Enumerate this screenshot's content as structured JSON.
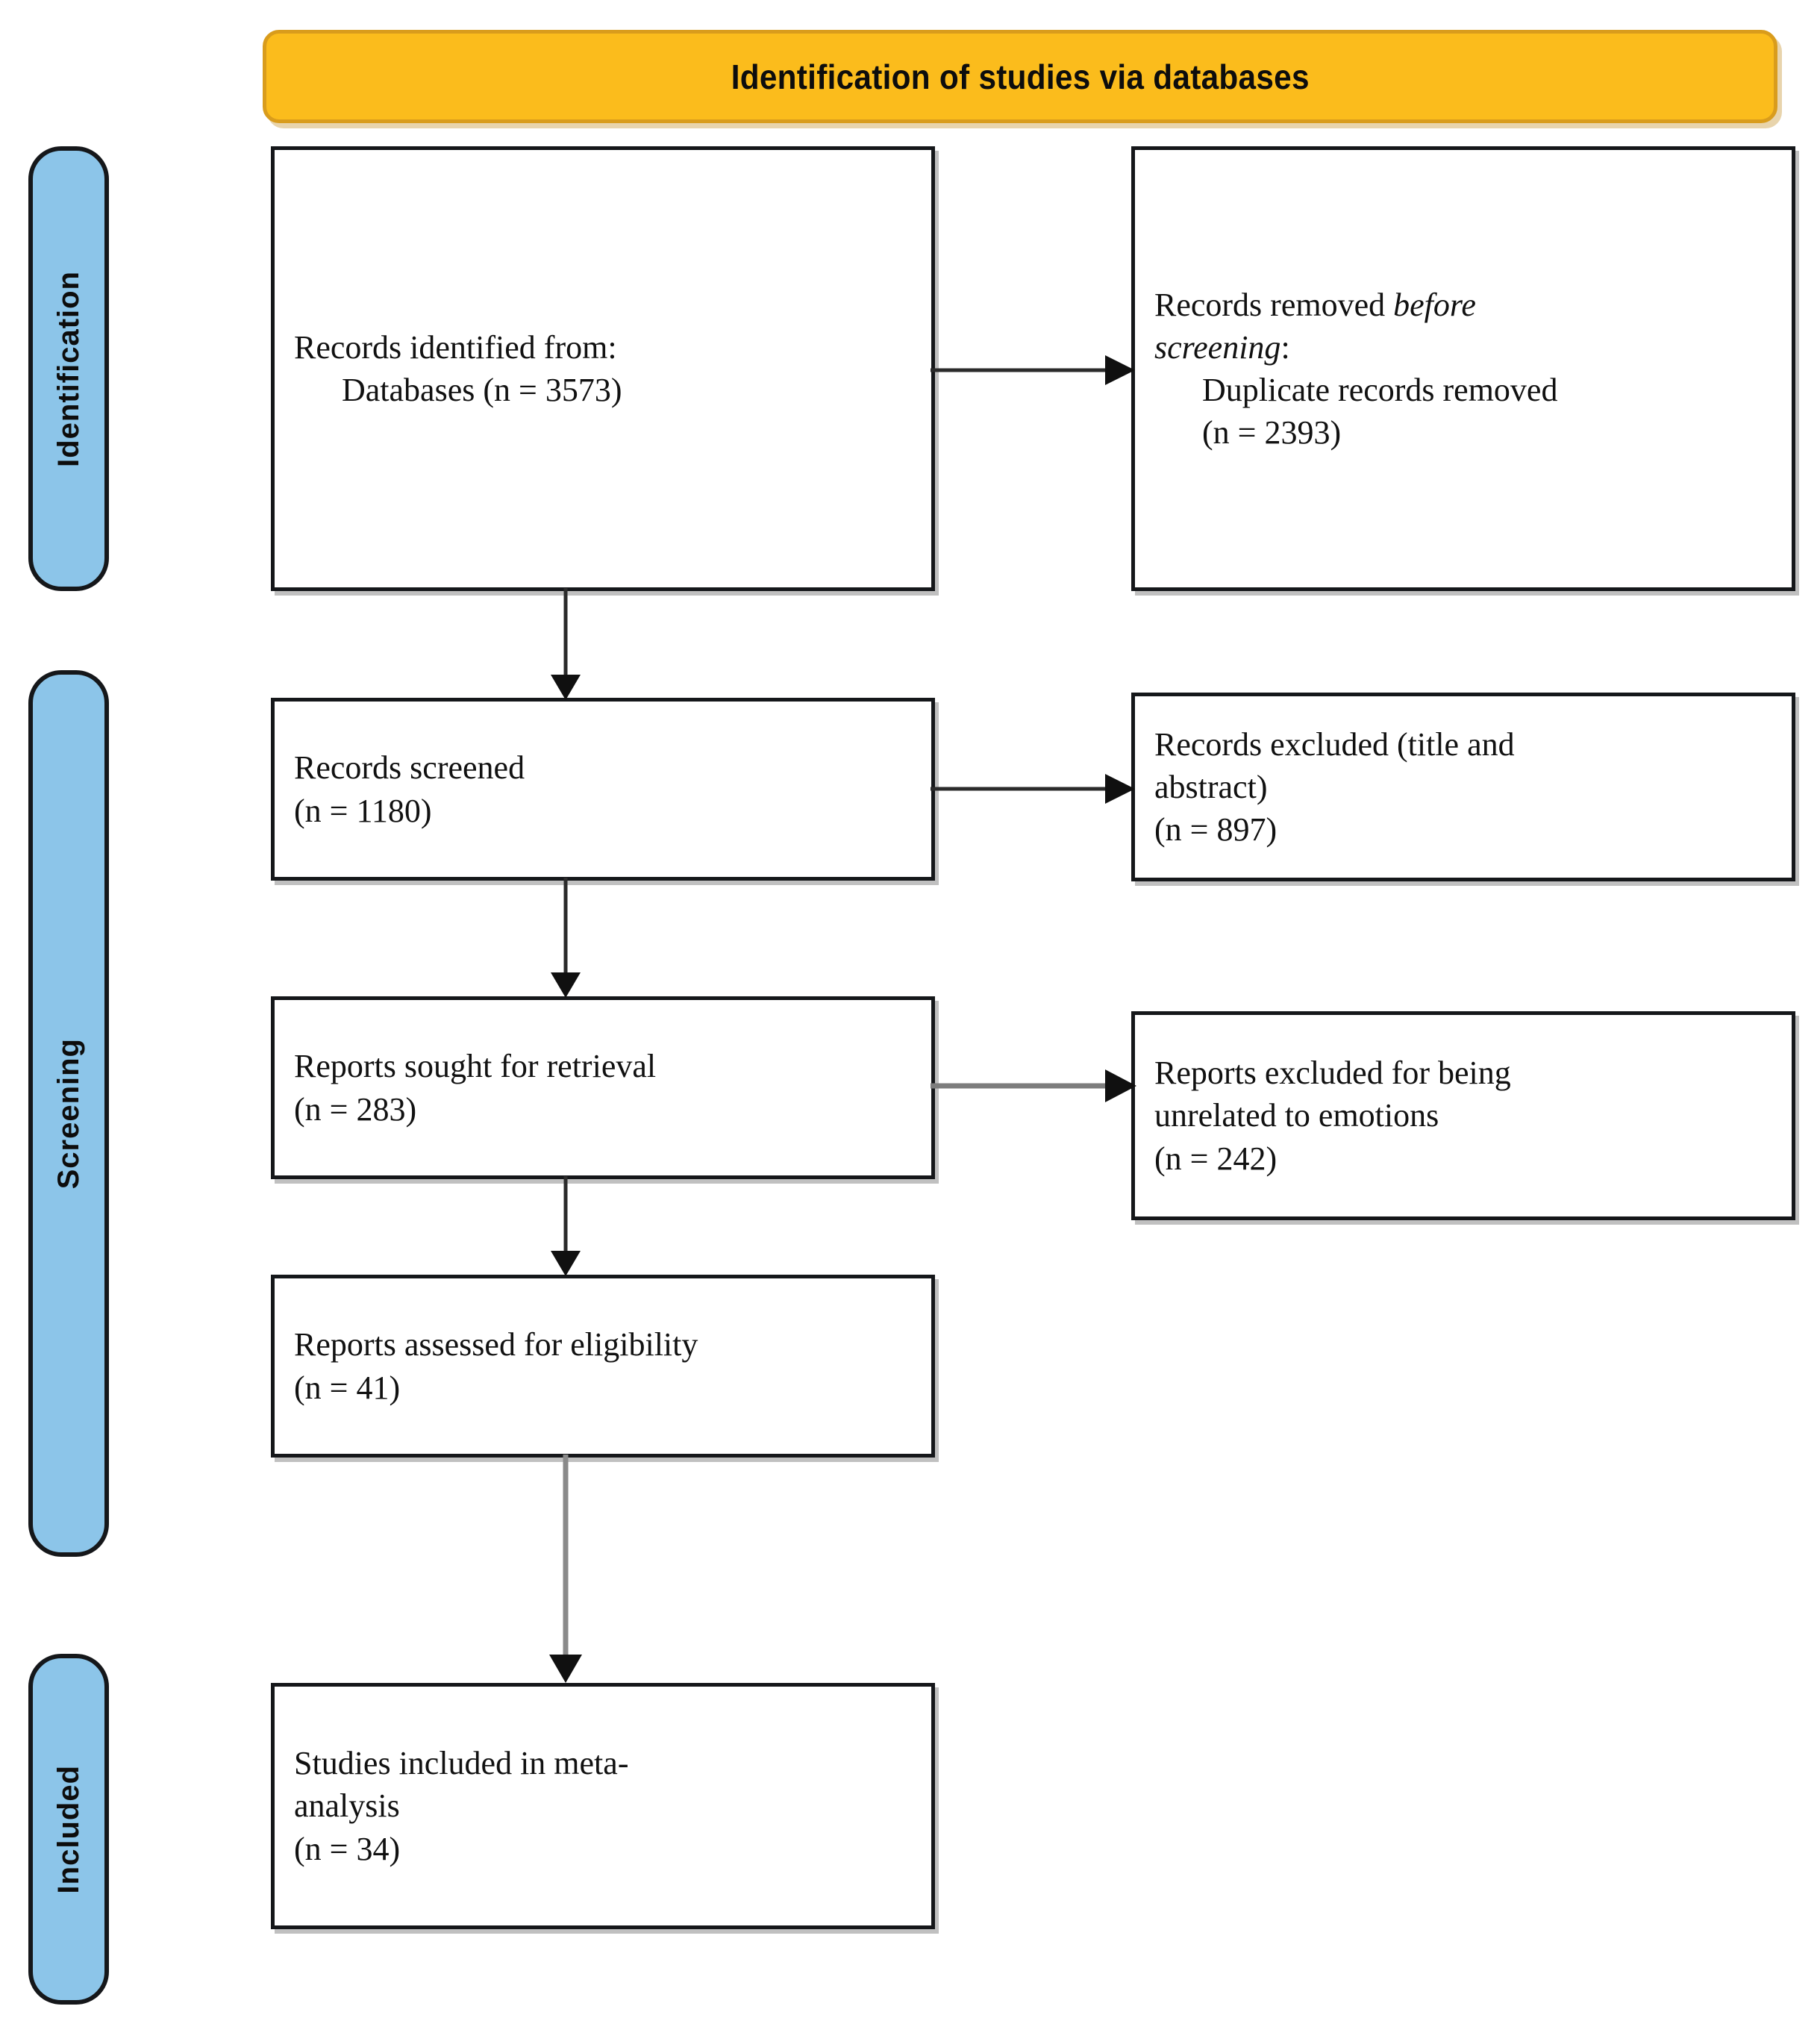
{
  "header": {
    "title": "Identification of studies via databases",
    "background_color": "#FBBC1C",
    "border_color": "#D99C1C"
  },
  "stages": [
    {
      "id": "identification",
      "label": "Identification",
      "color": "#8CC5E9"
    },
    {
      "id": "screening",
      "label": "Screening",
      "color": "#8CC5E9"
    },
    {
      "id": "included",
      "label": "Included",
      "color": "#8CC5E9"
    }
  ],
  "boxes": {
    "identified": {
      "line1": "Records identified from:",
      "line2": "Databases (n = 3573)"
    },
    "removed": {
      "line1_plain": "Records removed ",
      "line1_italic": "before",
      "line2_italic": "screening",
      "line2_plain": ":",
      "line3": "Duplicate records removed",
      "line4": "(n = 2393)"
    },
    "screened": {
      "line1": "Records screened",
      "line2": "(n = 1180)"
    },
    "excluded_title_abstract": {
      "line1": "Records excluded (title and",
      "line2": "abstract)",
      "line3": "(n = 897)"
    },
    "sought": {
      "line1": "Reports sought for retrieval",
      "line2": "(n = 283)"
    },
    "excluded_unrelated": {
      "line1": "Reports excluded for being",
      "line2": "unrelated to emotions",
      "line3": "(n = 242)"
    },
    "assessed": {
      "line1": "Reports assessed for eligibility",
      "line2": "(n = 41)"
    },
    "included": {
      "line1": "Studies included in meta-",
      "line2": "analysis",
      "line3": "(n = 34)"
    }
  },
  "connectors": {
    "identified_to_removed": {
      "type": "arrow-right",
      "color": "#2b2b2b"
    },
    "identified_to_screened": {
      "type": "arrow-down",
      "color": "#2b2b2b"
    },
    "screened_to_excluded": {
      "type": "arrow-right",
      "color": "#2b2b2b"
    },
    "screened_to_sought": {
      "type": "arrow-down",
      "color": "#2b2b2b"
    },
    "sought_to_excluded": {
      "type": "arrow-right",
      "color": "#7d7d7d"
    },
    "sought_to_assessed": {
      "type": "arrow-down",
      "color": "#2b2b2b"
    },
    "assessed_to_included": {
      "type": "arrow-down",
      "color": "#8a8a8a"
    }
  },
  "chart_data": {
    "type": "diagram",
    "title": "PRISMA flow diagram - Identification of studies via databases",
    "nodes": [
      {
        "stage": "Identification",
        "label": "Records identified from: Databases",
        "n": 3573
      },
      {
        "stage": "Identification",
        "label": "Records removed before screening: Duplicate records removed",
        "n": 2393
      },
      {
        "stage": "Screening",
        "label": "Records screened",
        "n": 1180
      },
      {
        "stage": "Screening",
        "label": "Records excluded (title and abstract)",
        "n": 897
      },
      {
        "stage": "Screening",
        "label": "Reports sought for retrieval",
        "n": 283
      },
      {
        "stage": "Screening",
        "label": "Reports excluded for being unrelated to emotions",
        "n": 242
      },
      {
        "stage": "Screening",
        "label": "Reports assessed for eligibility",
        "n": 41
      },
      {
        "stage": "Included",
        "label": "Studies included in meta-analysis",
        "n": 34
      }
    ]
  }
}
